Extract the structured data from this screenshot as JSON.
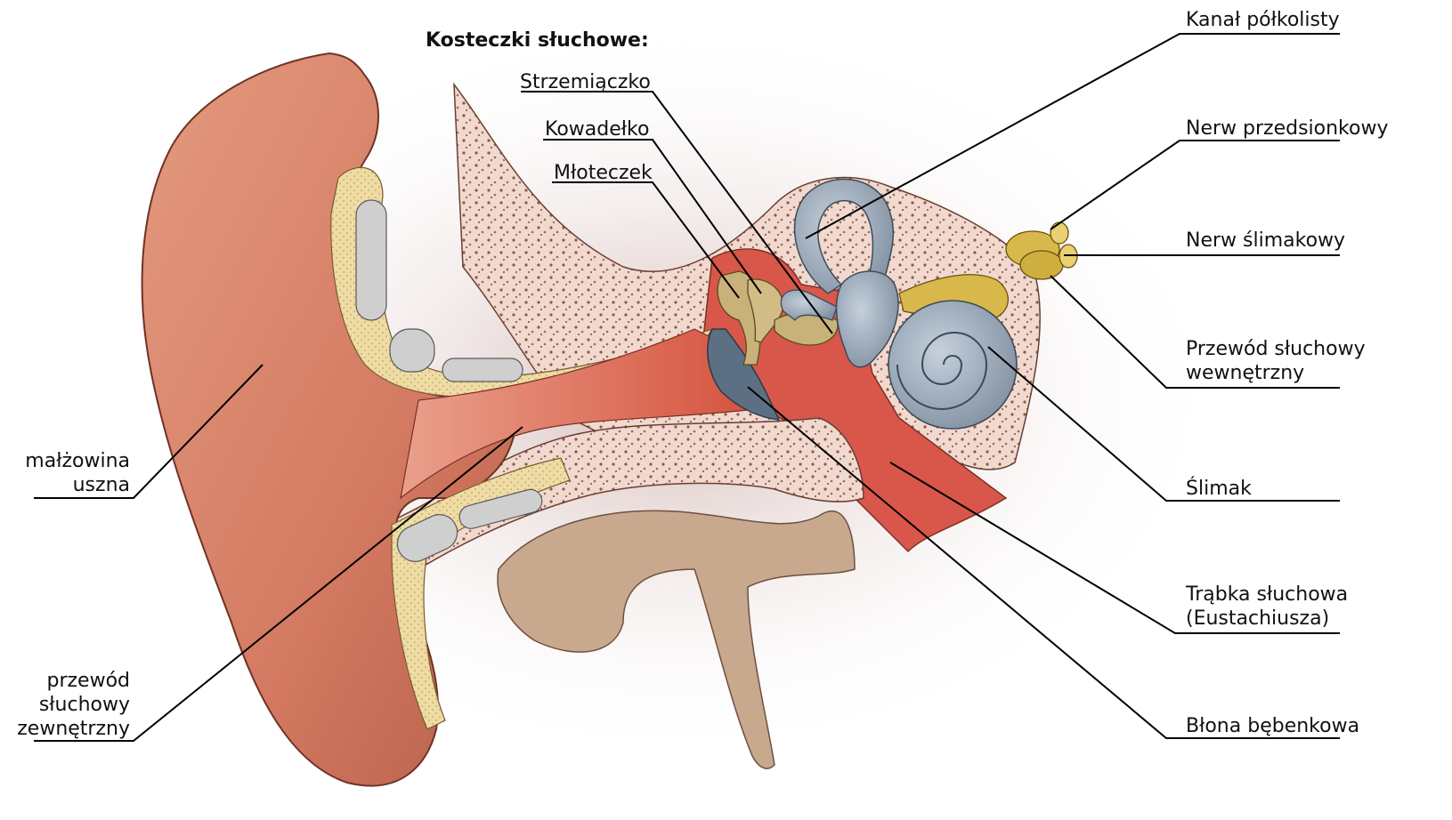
{
  "heading": "Kosteczki słuchowe:",
  "labels": {
    "strzemiaczko": "Strzemiączko",
    "kowadelko": "Kowadełko",
    "mloteczek": "Młoteczek",
    "kanal": "Kanał półkolisty",
    "nerw_przedsionkowy": "Nerw przedsionkowy",
    "nerw_slimakowy": "Nerw ślimakowy",
    "przewod_wewnetrzny": "Przewód słuchowy\nwewnętrzny",
    "slimak": "Ślimak",
    "trabka": "Trąbka słuchowa\n(Eustachiusza)",
    "blona": "Błona bębenkowa",
    "malzowina": "małżowina\nuszna",
    "przewod_zewnetrzny": "przewód\nsłuchowy\nzewnętrzny"
  },
  "colors": {
    "skin": "#d9826a",
    "skin_dark": "#b65a45",
    "flesh": "#e0584a",
    "bone": "#f1d9cf",
    "bone_dots": "#8a5a4a",
    "cartilage": "#cfcfcf",
    "fat": "#e8d49a",
    "ossicle": "#c9b27a",
    "inner_ear": "#9aa8b8",
    "nerve": "#d8b84a",
    "jaw": "#c8a98e"
  }
}
